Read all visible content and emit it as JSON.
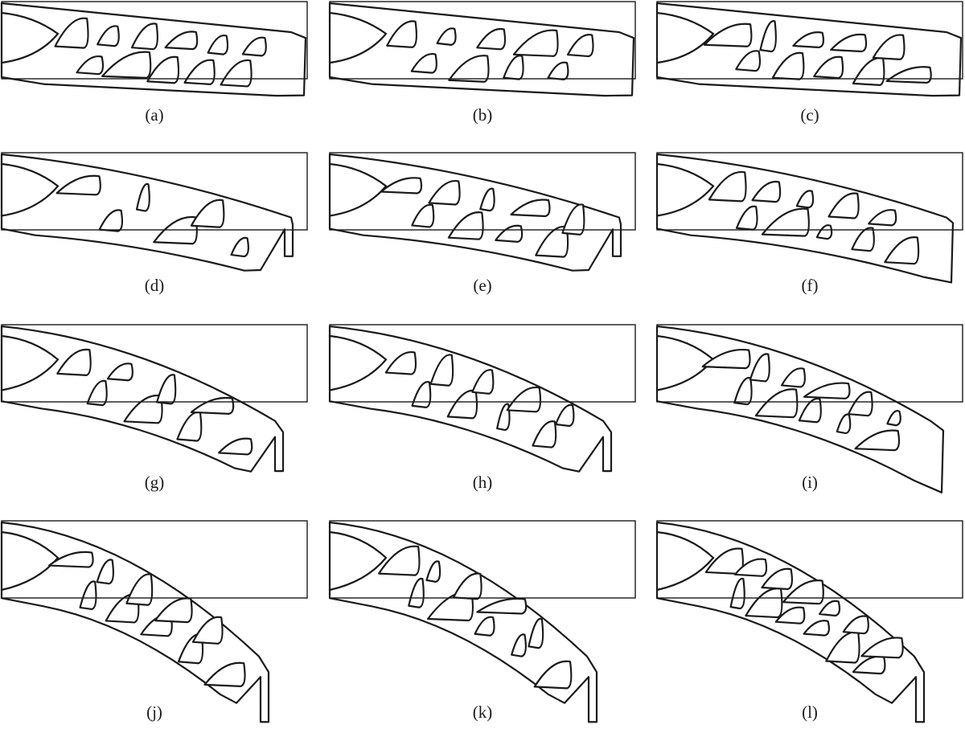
{
  "panels": [
    {
      "label": "(a)",
      "deformation": 0.0,
      "tip": "none",
      "holes": 11
    },
    {
      "label": "(b)",
      "deformation": 0.0,
      "tip": "none",
      "holes": 9
    },
    {
      "label": "(c)",
      "deformation": 0.0,
      "tip": "none",
      "holes": 10
    },
    {
      "label": "(d)",
      "deformation": 0.25,
      "tip": "strip",
      "holes": 6
    },
    {
      "label": "(e)",
      "deformation": 0.25,
      "tip": "strip",
      "holes": 9
    },
    {
      "label": "(f)",
      "deformation": 0.25,
      "tip": "none",
      "holes": 10
    },
    {
      "label": "(g)",
      "deformation": 0.55,
      "tip": "strip",
      "holes": 8
    },
    {
      "label": "(h)",
      "deformation": 0.55,
      "tip": "strip",
      "holes": 9
    },
    {
      "label": "(i)",
      "deformation": 0.55,
      "tip": "none",
      "holes": 11
    },
    {
      "label": "(j)",
      "deformation": 1.0,
      "tip": "strip",
      "holes": 10
    },
    {
      "label": "(k)",
      "deformation": 1.0,
      "tip": "strip",
      "holes": 10
    },
    {
      "label": "(l)",
      "deformation": 1.0,
      "tip": "strip",
      "holes": 13
    }
  ]
}
